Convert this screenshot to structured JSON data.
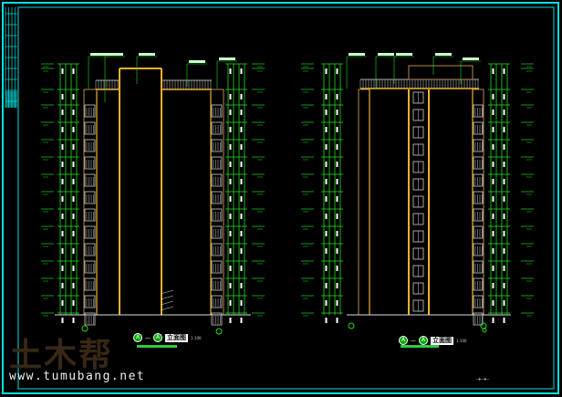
{
  "drawing": {
    "left_elevation": {
      "section_a": "A",
      "section_b": "A",
      "title": "立面图",
      "scale": "1:100"
    },
    "right_elevation": {
      "section_a": "A",
      "section_b": "A",
      "title": "立面图",
      "scale": "1:100"
    },
    "sheet_mark": "-+-+-"
  },
  "watermark": {
    "logo": "土木帮",
    "url": "www.tumubang.net"
  },
  "colors": {
    "frame": "#00e0e0",
    "dimension": "#1fdc1f",
    "structure": "#f0b030",
    "wall": "#b08a50",
    "window": "#ffffff"
  }
}
